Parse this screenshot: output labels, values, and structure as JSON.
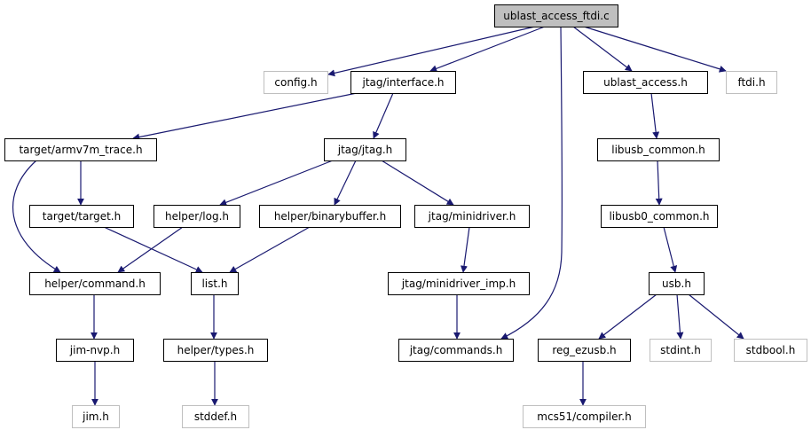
{
  "diagram": {
    "colors": {
      "edge": "#191970",
      "root_fill": "#bfbfbf",
      "node_border": "#000000",
      "missing_border": "#bfbfbf",
      "missing_text": "#808080"
    },
    "nodes": [
      {
        "id": "root",
        "label": "ublast_access_ftdi.c",
        "kind": "root"
      },
      {
        "id": "config",
        "label": "config.h",
        "kind": "missing"
      },
      {
        "id": "jtag_interface",
        "label": "jtag/interface.h",
        "kind": "normal"
      },
      {
        "id": "ublast_access",
        "label": "ublast_access.h",
        "kind": "normal"
      },
      {
        "id": "ftdi",
        "label": "ftdi.h",
        "kind": "missing"
      },
      {
        "id": "armv7m_trace",
        "label": "target/armv7m_trace.h",
        "kind": "normal"
      },
      {
        "id": "jtag_jtag",
        "label": "jtag/jtag.h",
        "kind": "normal"
      },
      {
        "id": "libusb_common",
        "label": "libusb_common.h",
        "kind": "normal"
      },
      {
        "id": "target_target",
        "label": "target/target.h",
        "kind": "normal"
      },
      {
        "id": "helper_log",
        "label": "helper/log.h",
        "kind": "normal"
      },
      {
        "id": "helper_binarybuffer",
        "label": "helper/binarybuffer.h",
        "kind": "normal"
      },
      {
        "id": "jtag_minidriver",
        "label": "jtag/minidriver.h",
        "kind": "normal"
      },
      {
        "id": "libusb0_common",
        "label": "libusb0_common.h",
        "kind": "normal"
      },
      {
        "id": "helper_command",
        "label": "helper/command.h",
        "kind": "normal"
      },
      {
        "id": "list",
        "label": "list.h",
        "kind": "normal"
      },
      {
        "id": "jtag_minidriver_imp",
        "label": "jtag/minidriver_imp.h",
        "kind": "normal"
      },
      {
        "id": "usb",
        "label": "usb.h",
        "kind": "normal"
      },
      {
        "id": "jim_nvp",
        "label": "jim-nvp.h",
        "kind": "normal"
      },
      {
        "id": "helper_types",
        "label": "helper/types.h",
        "kind": "normal"
      },
      {
        "id": "jtag_commands",
        "label": "jtag/commands.h",
        "kind": "normal"
      },
      {
        "id": "reg_ezusb",
        "label": "reg_ezusb.h",
        "kind": "normal"
      },
      {
        "id": "stdint",
        "label": "stdint.h",
        "kind": "missing"
      },
      {
        "id": "stdbool",
        "label": "stdbool.h",
        "kind": "missing"
      },
      {
        "id": "jim",
        "label": "jim.h",
        "kind": "missing"
      },
      {
        "id": "stddef",
        "label": "stddef.h",
        "kind": "missing"
      },
      {
        "id": "mcs51_compiler",
        "label": "mcs51/compiler.h",
        "kind": "missing"
      }
    ],
    "edges": [
      {
        "from": "root",
        "to": "config"
      },
      {
        "from": "root",
        "to": "jtag_interface"
      },
      {
        "from": "root",
        "to": "ublast_access"
      },
      {
        "from": "root",
        "to": "ftdi"
      },
      {
        "from": "root",
        "to": "jtag_commands"
      },
      {
        "from": "jtag_interface",
        "to": "armv7m_trace"
      },
      {
        "from": "jtag_interface",
        "to": "jtag_jtag"
      },
      {
        "from": "ublast_access",
        "to": "libusb_common"
      },
      {
        "from": "armv7m_trace",
        "to": "target_target"
      },
      {
        "from": "armv7m_trace",
        "to": "helper_command"
      },
      {
        "from": "jtag_jtag",
        "to": "helper_log"
      },
      {
        "from": "jtag_jtag",
        "to": "helper_binarybuffer"
      },
      {
        "from": "jtag_jtag",
        "to": "jtag_minidriver"
      },
      {
        "from": "libusb_common",
        "to": "libusb0_common"
      },
      {
        "from": "target_target",
        "to": "list"
      },
      {
        "from": "helper_log",
        "to": "helper_command"
      },
      {
        "from": "helper_binarybuffer",
        "to": "list"
      },
      {
        "from": "jtag_minidriver",
        "to": "jtag_minidriver_imp"
      },
      {
        "from": "libusb0_common",
        "to": "usb"
      },
      {
        "from": "helper_command",
        "to": "jim_nvp"
      },
      {
        "from": "list",
        "to": "helper_types"
      },
      {
        "from": "jtag_minidriver_imp",
        "to": "jtag_commands"
      },
      {
        "from": "usb",
        "to": "reg_ezusb"
      },
      {
        "from": "usb",
        "to": "stdint"
      },
      {
        "from": "usb",
        "to": "stdbool"
      },
      {
        "from": "jim_nvp",
        "to": "jim"
      },
      {
        "from": "helper_types",
        "to": "stddef"
      },
      {
        "from": "reg_ezusb",
        "to": "mcs51_compiler"
      }
    ]
  }
}
